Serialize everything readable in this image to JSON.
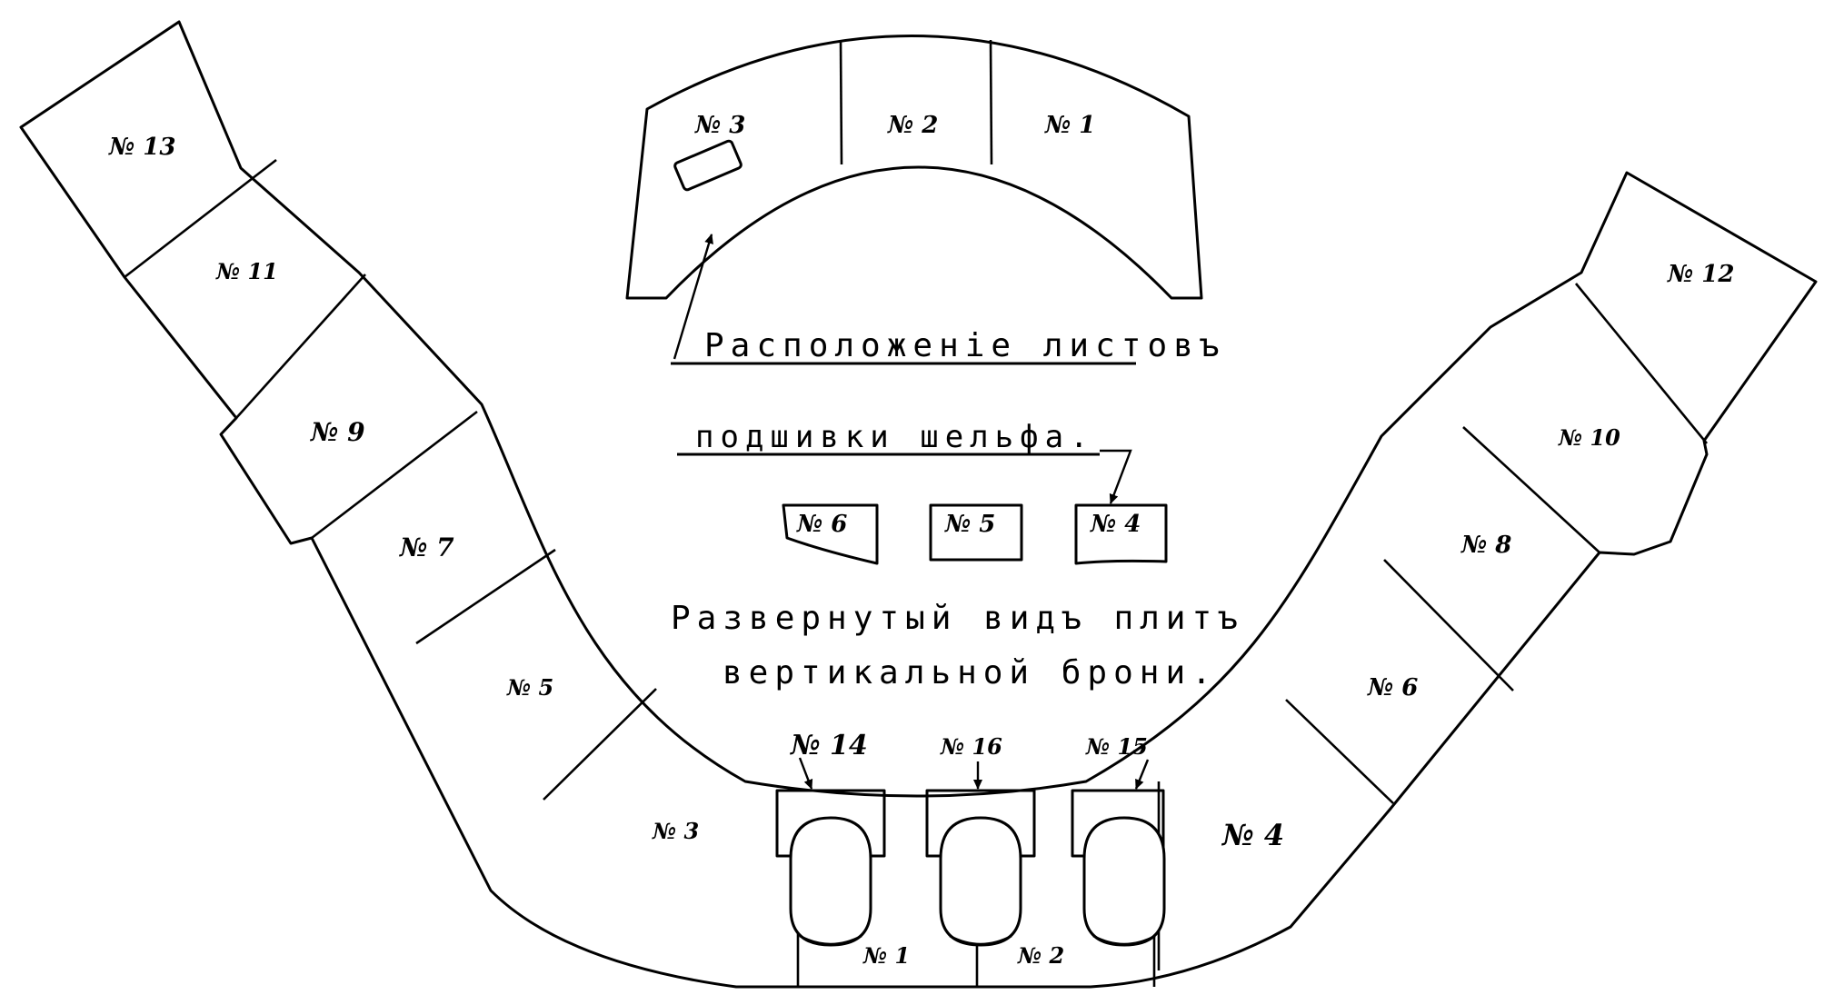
{
  "shelf_caption": {
    "line1": "Расположеніе листовъ",
    "line2": "подшивки шельфа."
  },
  "armor_caption": {
    "line1": "Развернутый видъ плитъ",
    "line2": "вертикальной брони."
  },
  "labels": {
    "shelf_1": "№ 1",
    "shelf_2": "№ 2",
    "shelf_3": "№ 3",
    "shelf_4": "№ 4",
    "shelf_5": "№ 5",
    "shelf_6": "№ 6",
    "plate_1": "№ 1",
    "plate_2": "№ 2",
    "plate_3": "№ 3",
    "plate_4": "№ 4",
    "plate_5": "№ 5",
    "plate_6": "№ 6",
    "plate_7": "№ 7",
    "plate_8": "№ 8",
    "plate_9": "№ 9",
    "plate_10": "№ 10",
    "plate_11": "№ 11",
    "plate_12": "№ 12",
    "plate_13": "№ 13",
    "plate_14": "№ 14",
    "plate_15": "№ 15",
    "plate_16": "№ 16"
  }
}
